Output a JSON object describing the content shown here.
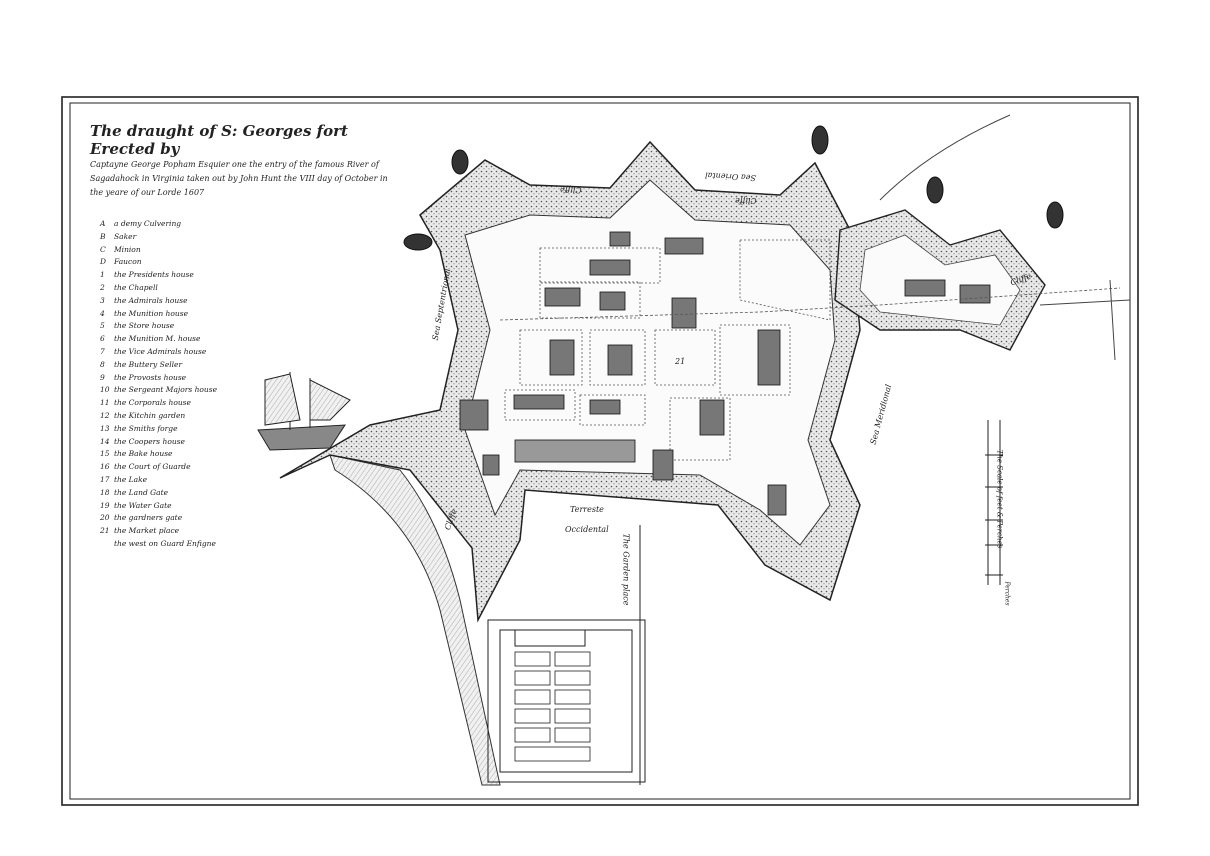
{
  "title": {
    "heading": "The draught of S: Georges fort Erected by",
    "body": "Captayne George Popham Esquier one the entry of the famous River of Sagadahock in Virginia taken out by John Hunt the VIII day of October in the yeare of our Lorde 1607"
  },
  "legend": [
    {
      "key": "A",
      "label": "a demy Culvering"
    },
    {
      "key": "B",
      "label": "Saker"
    },
    {
      "key": "C",
      "label": "Minion"
    },
    {
      "key": "D",
      "label": "Faucon"
    },
    {
      "key": "1",
      "label": "the Presidents house"
    },
    {
      "key": "2",
      "label": "the Chapell"
    },
    {
      "key": "3",
      "label": "the Admirals house"
    },
    {
      "key": "4",
      "label": "the Munition house"
    },
    {
      "key": "5",
      "label": "the Store house"
    },
    {
      "key": "6",
      "label": "the Munition M. house"
    },
    {
      "key": "7",
      "label": "the Vice Admirals house"
    },
    {
      "key": "8",
      "label": "the Buttery Seller"
    },
    {
      "key": "9",
      "label": "the Provosts house"
    },
    {
      "key": "10",
      "label": "the Sergeant Majors house"
    },
    {
      "key": "11",
      "label": "the Corporals house"
    },
    {
      "key": "12",
      "label": "the Kitchin garden"
    },
    {
      "key": "13",
      "label": "the Smiths forge"
    },
    {
      "key": "14",
      "label": "the Coopers house"
    },
    {
      "key": "15",
      "label": "the Bake house"
    },
    {
      "key": "16",
      "label": "the Court of Guarde"
    },
    {
      "key": "17",
      "label": "the Lake"
    },
    {
      "key": "18",
      "label": "the Land Gate"
    },
    {
      "key": "19",
      "label": "the Water Gate"
    },
    {
      "key": "20",
      "label": "the gardners gate"
    },
    {
      "key": "21",
      "label": "the Market place"
    },
    {
      "key": "",
      "label": "the west on Guard Enfigne"
    }
  ],
  "map_labels": {
    "cliff": "Cliffe",
    "sea_top": "Sea Oriental",
    "sea_left": "Sea Septentrional",
    "sea_right": "Sea Meridional",
    "terreste": "Terreste",
    "occidental": "Occidental",
    "garden": "The Garden place",
    "market": "21"
  },
  "scale": {
    "label": "The Scale of feet & Perches",
    "unit": "Perches"
  }
}
